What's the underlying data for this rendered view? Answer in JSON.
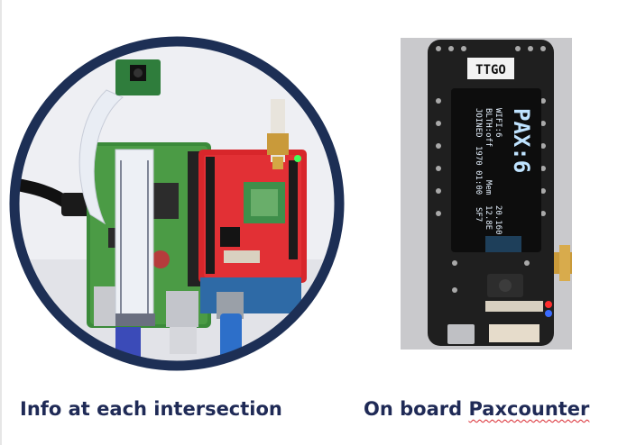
{
  "captions": {
    "left": "Info at each intersection",
    "right_prefix": "On board ",
    "right_word": "Paxcounter"
  },
  "device": {
    "board_label": "TTGO",
    "oled": {
      "headline": "PAX:6",
      "lines": [
        "WIFI:6",
        "BLTH:off",
        "JOINED",
        "1970 01:00",
        "Mem",
        "SF7",
        "20.160",
        "12.8E"
      ]
    }
  },
  "icons": {
    "antenna": "antenna-icon",
    "camera": "camera-module-icon",
    "led": "led-indicator-icon"
  }
}
